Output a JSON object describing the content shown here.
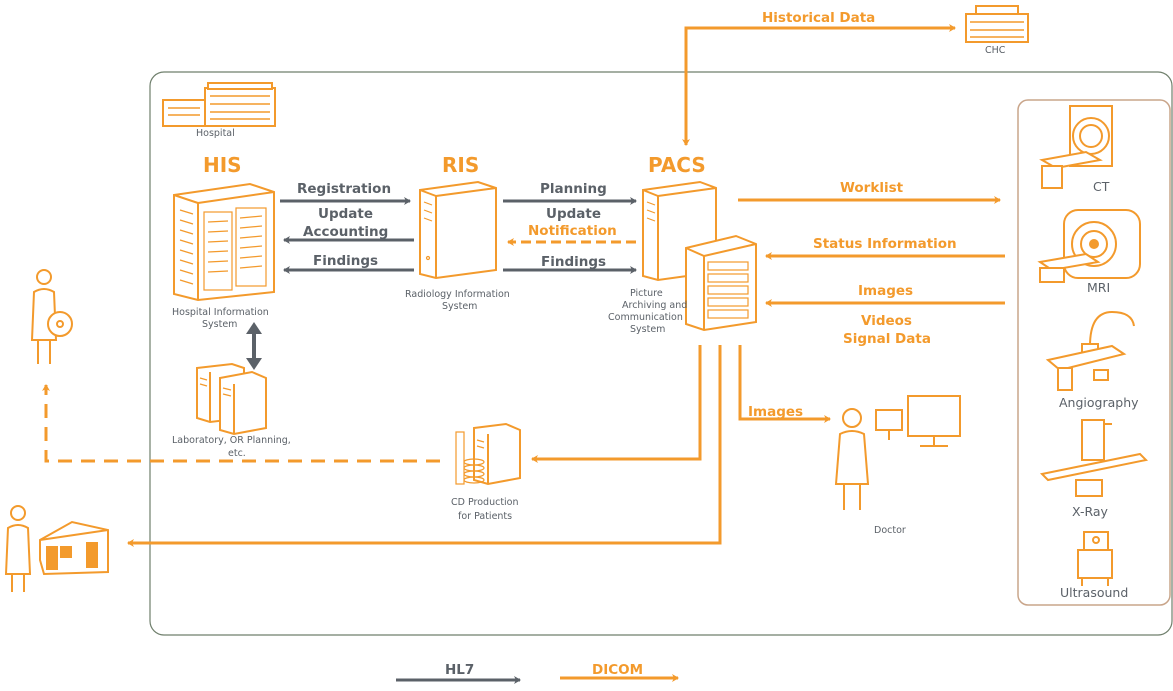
{
  "systems": {
    "his": {
      "title": "HIS",
      "caption_1": "Hospital Information",
      "caption_2": "System"
    },
    "ris": {
      "title": "RIS",
      "caption_1": "Radiology Information",
      "caption_2": "System"
    },
    "pacs": {
      "title": "PACS",
      "caption_1": "Picture",
      "caption_2": "Archiving and",
      "caption_3": "Communication",
      "caption_4": "System"
    }
  },
  "buildings": {
    "hospital": "Hospital",
    "chc": "CHC"
  },
  "arrows": {
    "historical_data": "Historical Data",
    "registration": "Registration",
    "update_accounting_1": "Update",
    "update_accounting_2": "Accounting",
    "findings_his": "Findings",
    "planning": "Planning",
    "update_notification_1": "Update",
    "update_notification_2": "Notification",
    "findings_ris": "Findings",
    "worklist": "Worklist",
    "status_information": "Status Information",
    "images_in": "Images",
    "videos": "Videos",
    "signal_data": "Signal Data",
    "images_doctor": "Images"
  },
  "nodes": {
    "lab_1": "Laboratory, OR Planning,",
    "lab_2": "etc.",
    "cd_1": "CD Production",
    "cd_2": "for Patients",
    "doctor": "Doctor"
  },
  "modalities": [
    "CT",
    "MRI",
    "Angiography",
    "X-Ray",
    "Ultrasound"
  ],
  "legend": {
    "hl7": "HL7",
    "dicom": "DICOM"
  },
  "colors": {
    "dicom": "#f39a2c",
    "hl7": "#5b6168",
    "frame": "#6f7f6c",
    "panel": "#c9a58a"
  }
}
